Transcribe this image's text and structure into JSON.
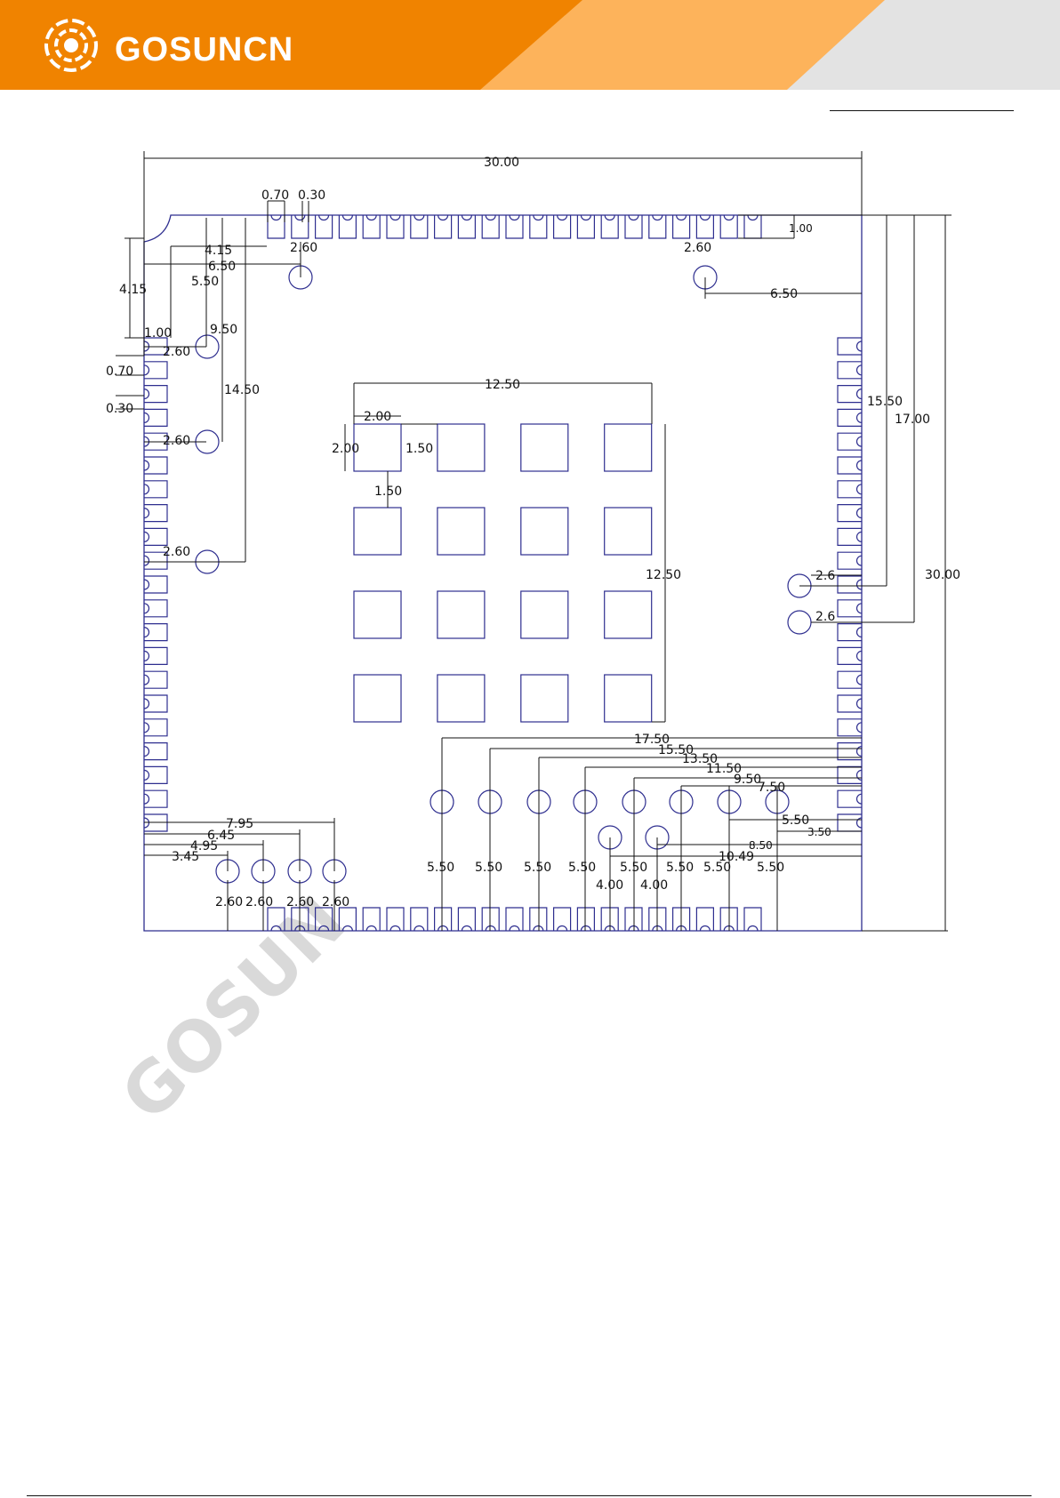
{
  "brand": {
    "logo_text": "GOSUNCN",
    "logo_icon": "gosuncn-orbit-icon",
    "watermark": "GOSUN",
    "colors": {
      "orange": "#f08300",
      "light_orange": "#fdb35b",
      "gray": "#e3e3e3",
      "outline": "#2e2e8f"
    }
  },
  "dims": {
    "overall_width": "30.00",
    "overall_height": "30.00",
    "pad_width": "0.70",
    "pad_gap": "0.30",
    "pad_length": "1.00",
    "corner": "4.15",
    "corner_v": "4.15",
    "left_inset": "1.00",
    "tl_4_15": "4.15",
    "tl_6_50": "6.50",
    "tl_5_50": "5.50",
    "tl_9_50": "9.50",
    "tl_14_50": "14.50",
    "tr_6_50": "6.50",
    "r_15_50": "15.50",
    "r_17_00": "17.00",
    "grid_span_h": "12.50",
    "grid_span_v": "12.50",
    "grid_pad_w": "2.00",
    "grid_pad_h": "2.00",
    "grid_gap_h": "1.50",
    "grid_gap_v": "1.50",
    "via_dia": "2.60",
    "via_dia_r": "2.6",
    "bl_7_95": "7.95",
    "bl_6_45": "6.45",
    "bl_4_95": "4.95",
    "bl_3_45": "3.45",
    "br_17_50": "17.50",
    "br_15_50": "15.50",
    "br_13_50": "13.50",
    "br_11_50": "11.50",
    "br_9_50": "9.50",
    "br_7_50": "7.50",
    "br_5_50": "5.50",
    "br_3_50": "3.50",
    "br_8_50": "8.50",
    "br_10_49": "10.49",
    "bottom_5_50": "5.50",
    "bottom_4_00": "4.00"
  }
}
